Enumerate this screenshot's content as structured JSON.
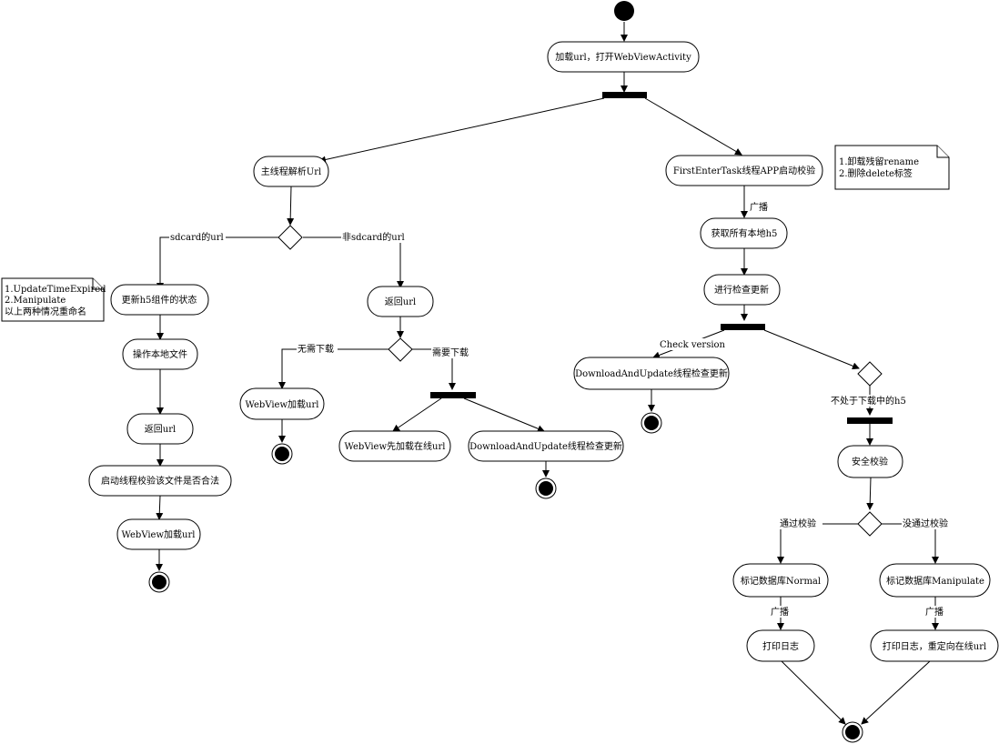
{
  "diagram": {
    "actions": {
      "load_url": "加载url，打开WebViewActivity",
      "main_parse": "主线程解析Url",
      "first_enter": "FirstEnterTask线程APP启动校验",
      "get_local_h5": "获取所有本地h5",
      "check_update": "进行检查更新",
      "update_h5_state": "更新h5组件的状态",
      "operate_local_file": "操作本地文件",
      "return_url_left": "返回url",
      "validate_file": "启动线程校验该文件是否合法",
      "webview_load_left": "WebView加载url",
      "return_url_mid": "返回url",
      "webview_load_mid": "WebView加载url",
      "webview_online_first": "WebView先加载在线url",
      "download_update_mid": "DownloadAndUpdate线程检查更新",
      "download_update_right": "DownloadAndUpdate线程检查更新",
      "security_check": "安全校验",
      "mark_normal": "标记数据库Normal",
      "mark_manipulate": "标记数据库Manipulate",
      "print_log": "打印日志",
      "print_log_redirect": "打印日志，重定向在线url"
    },
    "edge_labels": {
      "sdcard_url": "sdcard的url",
      "non_sdcard_url": "非sdcard的url",
      "no_download": "无需下载",
      "need_download": "需要下载",
      "broadcast_1": "广播",
      "check_version": "Check version",
      "not_downloading": "不处于下载中的h5",
      "passed": "通过校验",
      "not_passed": "没通过校验",
      "broadcast_2": "广播",
      "broadcast_3": "广播"
    },
    "notes": {
      "left": [
        "1.UpdateTimeExpired",
        "2.Manipulate",
        "以上两种情况重命名"
      ],
      "right": [
        "1.卸载残留rename",
        "2.删除delete标签"
      ]
    }
  }
}
